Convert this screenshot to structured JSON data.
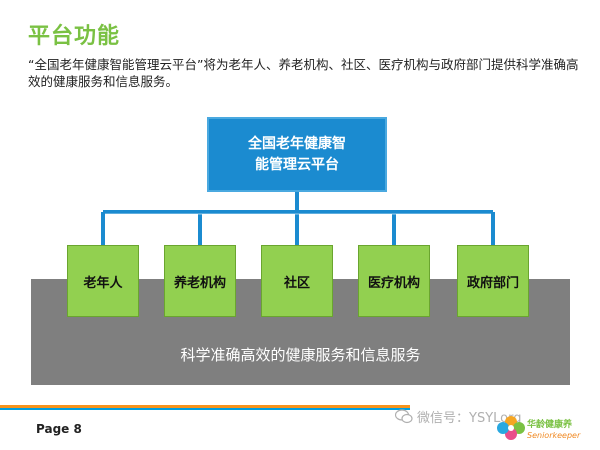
{
  "title": "平台功能",
  "intro": "“全国老年健康智能管理云平台”将为老年人、养老机构、社区、医疗机构与政府部门提供科学准确高效的健康服务和信息服务。",
  "root": {
    "label": "全国老年健康智能管理云平台"
  },
  "nodes": [
    "老年人",
    "养老机构",
    "社区",
    "医疗机构",
    "政府部门"
  ],
  "platform_label": "科学准确高效的健康服务和信息服务",
  "footer": {
    "page": "Page 8",
    "watermark": "微信号：YSYLorg",
    "logo_text": "华龄健康养 Seniorkeeper"
  },
  "colors": {
    "title": "#7ac143",
    "root_fill": "#1b8bd0",
    "connector": "#1b8bd0",
    "node_fill": "#92d050",
    "platform_fill": "#7f7f7f",
    "footer_orange": "#f7941d",
    "footer_blue": "#00a0e0"
  }
}
